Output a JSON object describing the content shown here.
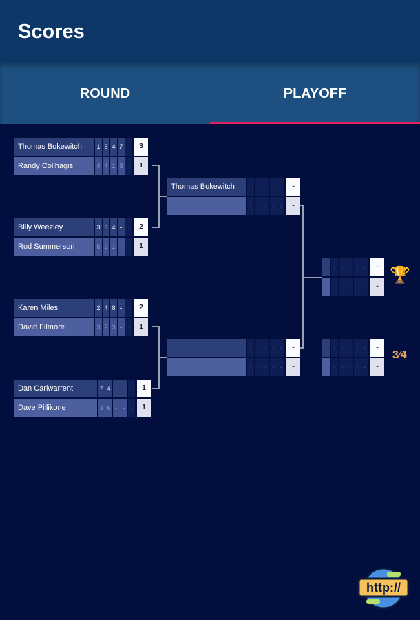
{
  "header": {
    "title": "Scores"
  },
  "tabs": [
    {
      "label": "ROUND",
      "active": false
    },
    {
      "label": "PLAYOFF",
      "active": true
    }
  ],
  "colors": {
    "background": "#020f3e",
    "header": "#0c3766",
    "tabs": "#1d4f80",
    "accent": "#e0245e"
  },
  "matches": [
    {
      "round": "quarter",
      "players": [
        {
          "name": "Thomas Bokewitch",
          "sets": [
            "1",
            "5",
            "4",
            "7",
            "-"
          ],
          "total": "3"
        },
        {
          "name": "Randy Collhagis",
          "sets": [
            "4",
            "4",
            "1",
            "5",
            "-"
          ],
          "total": "1"
        }
      ]
    },
    {
      "round": "quarter",
      "players": [
        {
          "name": "Billy Weezley",
          "sets": [
            "3",
            "3",
            "4",
            "-",
            "-"
          ],
          "total": "2"
        },
        {
          "name": "Rod Summerson",
          "sets": [
            "5",
            "2",
            "1",
            "-",
            "-"
          ],
          "total": "1"
        }
      ]
    },
    {
      "round": "quarter",
      "players": [
        {
          "name": "Karen Miles",
          "sets": [
            "2",
            "4",
            "8",
            "-",
            "-"
          ],
          "total": "2"
        },
        {
          "name": "David Filmore",
          "sets": [
            "3",
            "2",
            "3",
            "-",
            "-"
          ],
          "total": "1"
        }
      ]
    },
    {
      "round": "quarter",
      "players": [
        {
          "name": "Dan Carlwarrent",
          "sets": [
            "7",
            "4",
            "-",
            "-",
            "-"
          ],
          "total": "1"
        },
        {
          "name": "Dave Pillikone",
          "sets": [
            "3",
            "6",
            "-",
            "-",
            "-"
          ],
          "total": "1"
        }
      ]
    },
    {
      "round": "semi",
      "players": [
        {
          "name": "Thomas Bokewitch",
          "sets": [
            "-",
            "-",
            "-",
            "-",
            "-"
          ],
          "total": "-"
        },
        {
          "name": "",
          "sets": [
            "-",
            "-",
            "-",
            "-",
            "-"
          ],
          "total": "-"
        }
      ]
    },
    {
      "round": "semi",
      "players": [
        {
          "name": "",
          "sets": [
            "-",
            "-",
            "-",
            "-",
            "-"
          ],
          "total": "-"
        },
        {
          "name": "",
          "sets": [
            "-",
            "-",
            "-",
            "-",
            "-"
          ],
          "total": "-"
        }
      ]
    },
    {
      "round": "final",
      "players": [
        {
          "name": "",
          "sets": [
            "-",
            "-",
            "-",
            "-",
            "-"
          ],
          "total": "-"
        },
        {
          "name": "",
          "sets": [
            "-",
            "-",
            "-",
            "-",
            "-"
          ],
          "total": "-"
        }
      ]
    },
    {
      "round": "third",
      "players": [
        {
          "name": "",
          "sets": [
            "-",
            "-",
            "-",
            "-",
            "-"
          ],
          "total": "-"
        },
        {
          "name": "",
          "sets": [
            "-",
            "-",
            "-",
            "-",
            "-"
          ],
          "total": "-"
        }
      ]
    }
  ],
  "icons": {
    "final": "trophy-icon",
    "third_place": "three-quarters-icon",
    "third_place_text": "3⁄4",
    "corner": "http-globe-icon",
    "corner_text": "http://"
  }
}
